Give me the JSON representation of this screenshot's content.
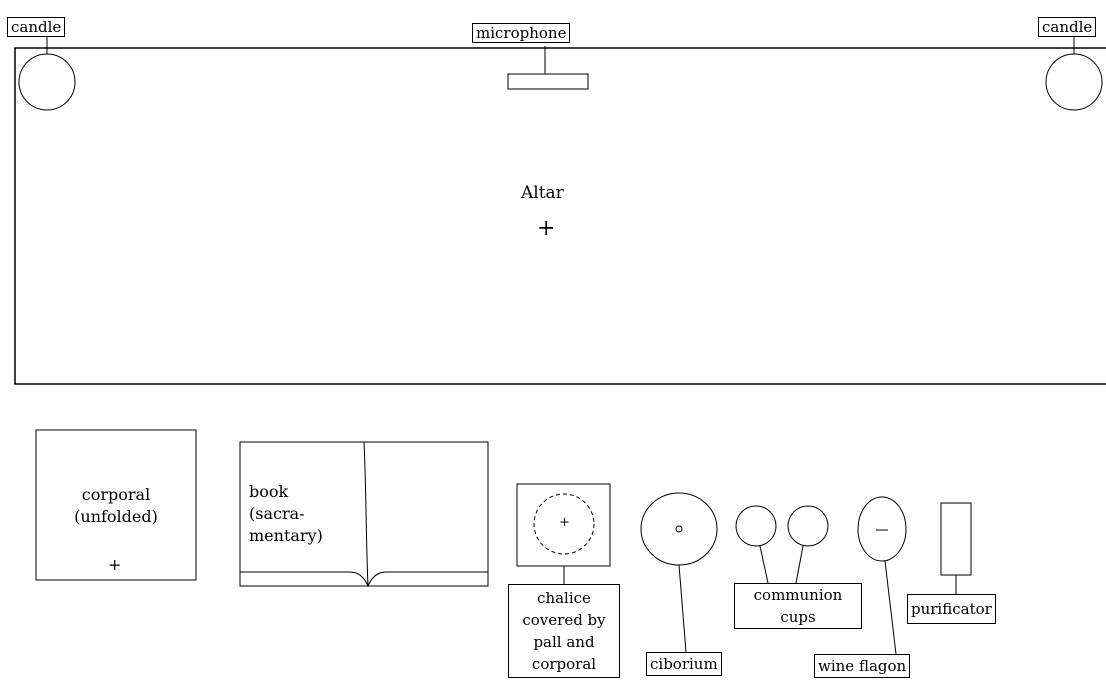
{
  "labels": {
    "candle_left": "candle",
    "candle_right": "candle",
    "microphone": "microphone",
    "altar": "Altar",
    "altar_cross": "+",
    "corporal": "corporal\n(unfolded)",
    "corporal_cross": "+",
    "book": "book\n(sacra-\nmentary)",
    "chalice": "chalice\ncovered by\npall and\ncorporal",
    "chalice_cross": "+",
    "ciborium": "ciborium",
    "communion_cups": "communion\ncups",
    "wine_flagon": "wine flagon",
    "purificator": "purificator"
  }
}
